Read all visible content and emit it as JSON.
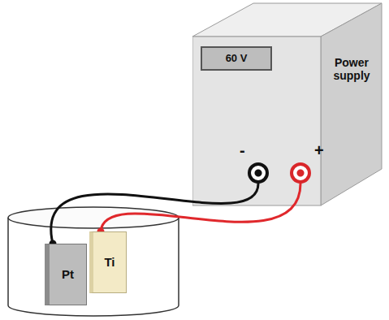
{
  "diagram": {
    "nodes": [
      {
        "text": [
          "Power supply"
        ]
      },
      {
        "text": [
          "60 V"
        ],
        "in": 0
      },
      {
        "text": [
          "-"
        ],
        "in": 0
      },
      {
        "text": [
          "+"
        ],
        "in": 0
      },
      {
        "text": [
          "Pt"
        ]
      },
      {
        "text": [
          "Ti"
        ]
      }
    ],
    "edges": [
      {
        "from": 4,
        "to": 2,
        "arrow": "none"
      },
      {
        "from": 5,
        "to": 3,
        "arrow": "none"
      }
    ]
  }
}
